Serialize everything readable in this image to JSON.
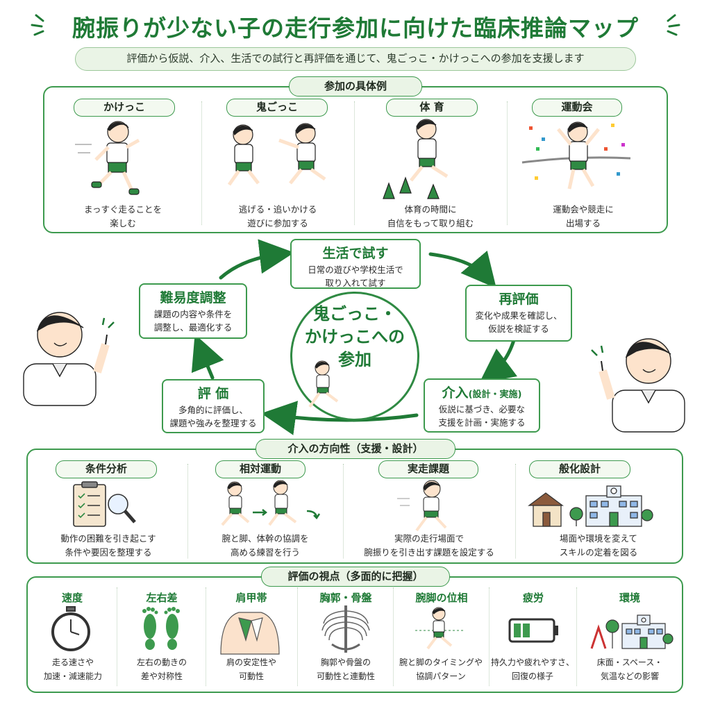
{
  "title": "腕振りが少ない子の走行参加に向けた臨床推論マップ",
  "subtitle": "評価から仮説、介入、生活での試行と再評価を通じて、鬼ごっこ・かけっこへの参加を支援します",
  "participation": {
    "title": "参加の具体例",
    "items": [
      {
        "label": "かけっこ",
        "caption1": "まっすぐ走ることを",
        "caption2": "楽しむ"
      },
      {
        "label": "鬼ごっこ",
        "caption1": "逃げる・追いかける",
        "caption2": "遊びに参加する"
      },
      {
        "label": "体 育",
        "caption1": "体育の時間に",
        "caption2": "自信をもって取り組む"
      },
      {
        "label": "運動会",
        "caption1": "運動会や競走に",
        "caption2": "出場する"
      }
    ]
  },
  "cycle": {
    "center1": "鬼ごっこ・",
    "center2": "かけっこへの",
    "center3": "参加",
    "try": {
      "title": "生活で試す",
      "d1": "日常の遊びや学校生活で",
      "d2": "取り入れて試す"
    },
    "reeval": {
      "title": "再評価",
      "d1": "変化や成果を確認し、",
      "d2": "仮説を検証する"
    },
    "intervene": {
      "title": "介入",
      "sub": "(設計・実施)",
      "d1": "仮説に基づき、必要な",
      "d2": "支援を計画・実施する"
    },
    "evaluate": {
      "title": "評 価",
      "d1": "多角的に評価し、",
      "d2": "課題や強みを整理する"
    },
    "adjust": {
      "title": "難易度調整",
      "d1": "課題の内容や条件を",
      "d2": "調整し、最適化する"
    }
  },
  "intervention": {
    "title": "介入の方向性（支援・設計）",
    "items": [
      {
        "label": "条件分析",
        "caption1": "動作の困難を引き起こす",
        "caption2": "条件や要因を整理する"
      },
      {
        "label": "相対運動",
        "caption1": "腕と脚、体幹の協調を",
        "caption2": "高める練習を行う"
      },
      {
        "label": "実走課題",
        "caption1": "実際の走行場面で",
        "caption2": "腕振りを引き出す課題を設定する"
      },
      {
        "label": "般化設計",
        "caption1": "場面や環境を変えて",
        "caption2": "スキルの定着を図る"
      }
    ]
  },
  "evaluation": {
    "title": "評価の視点（多面的に把握）",
    "items": [
      {
        "label": "速度",
        "caption1": "走る速さや",
        "caption2": "加速・減速能力"
      },
      {
        "label": "左右差",
        "caption1": "左右の動きの",
        "caption2": "差や対称性"
      },
      {
        "label": "肩甲帯",
        "caption1": "肩の安定性や",
        "caption2": "可動性"
      },
      {
        "label": "胸郭・骨盤",
        "caption1": "胸郭や骨盤の",
        "caption2": "可動性と連動性"
      },
      {
        "label": "腕脚の位相",
        "caption1": "腕と脚のタイミングや",
        "caption2": "協調パターン"
      },
      {
        "label": "疲労",
        "caption1": "持久力や疲れやすさ、",
        "caption2": "回復の様子"
      },
      {
        "label": "環境",
        "caption1": "床面・スペース・",
        "caption2": "気温などの影響"
      }
    ]
  },
  "colors": {
    "accent": "#1f7a36",
    "border": "#3d9a4e",
    "fill": "#eaf4e6"
  }
}
